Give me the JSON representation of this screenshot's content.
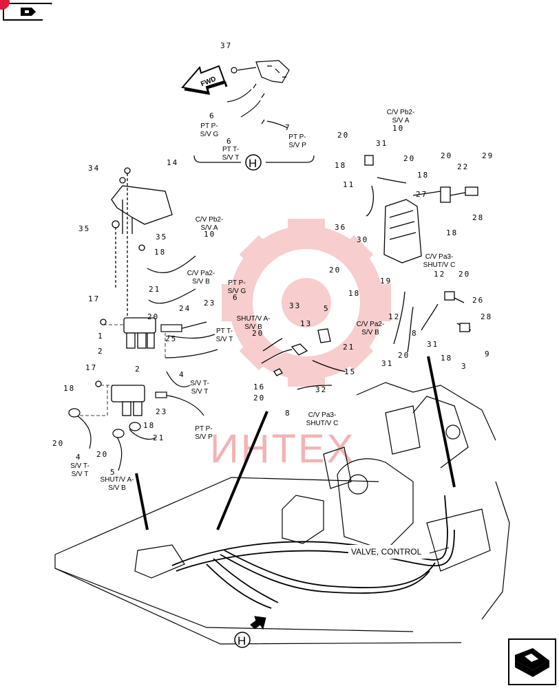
{
  "navigation": {
    "prev_icon": "page-back-icon",
    "next_icon": "page-forward-icon",
    "marker_color": "#e3193b"
  },
  "watermark": {
    "text": "ИНТЕХ",
    "color": "#f2a9a9"
  },
  "diagram": {
    "fwd": "FWD",
    "view_marker": "H",
    "callout": "VALVE, CONTROL",
    "part_numbers": [
      "37",
      "6",
      "6",
      "7",
      "34",
      "14",
      "35",
      "35",
      "18",
      "10",
      "21",
      "20",
      "17",
      "24",
      "23",
      "6",
      "25",
      "4",
      "2",
      "1",
      "2",
      "17",
      "18",
      "20",
      "23",
      "21",
      "18",
      "20",
      "4",
      "5",
      "20",
      "31",
      "10",
      "20",
      "18",
      "11",
      "36",
      "30",
      "20",
      "29",
      "22",
      "27",
      "28",
      "18",
      "18",
      "20",
      "18",
      "20",
      "19",
      "26",
      "28",
      "9",
      "12",
      "31",
      "20",
      "8",
      "12",
      "31",
      "18",
      "3",
      "13",
      "5",
      "20",
      "33",
      "21",
      "15",
      "16",
      "20",
      "8",
      "32"
    ],
    "labels": {
      "pt_p_sv_g_top": [
        "PT P-",
        "S/V G"
      ],
      "pt_t_sv_t_top": [
        "PT T-",
        "S/V T"
      ],
      "pt_p_sv_p_top": [
        "PT P-",
        "S/V P"
      ],
      "cv_pb2_sva_left": [
        "C/V Pb2-",
        "S/V A"
      ],
      "cv_pa2_svb_left": [
        "C/V Pa2-",
        "S/V B"
      ],
      "pt_p_svg_mid": [
        "PT P-",
        "S/V G"
      ],
      "pt_t_svt_mid": [
        "PT T-",
        "S/V T"
      ],
      "shut_a_svb": [
        "SHUT/V A-",
        "S/V B"
      ],
      "sv_t_sv_t_mid": [
        "S/V T-",
        "S/V T"
      ],
      "pt_p_sv_p_mid": [
        "PT P-",
        "S/V P"
      ],
      "sv_t_sv_t_left": [
        "S/V T-",
        "S/V T"
      ],
      "shut_a_svb_left": [
        "SHUT/V A-",
        "S/V B"
      ],
      "cv_pb2_sva_right": [
        "C/V Pb2-",
        "S/V A"
      ],
      "cv_pa3_shut_c_right": [
        "C/V Pa3-",
        "SHUT/V C"
      ],
      "cv_pa2_svb_right": [
        "C/V Pa2-",
        "S/V B"
      ],
      "cv_pa3_shut_c_mid": [
        "C/V Pa3-",
        "SHUT/V C"
      ]
    }
  }
}
